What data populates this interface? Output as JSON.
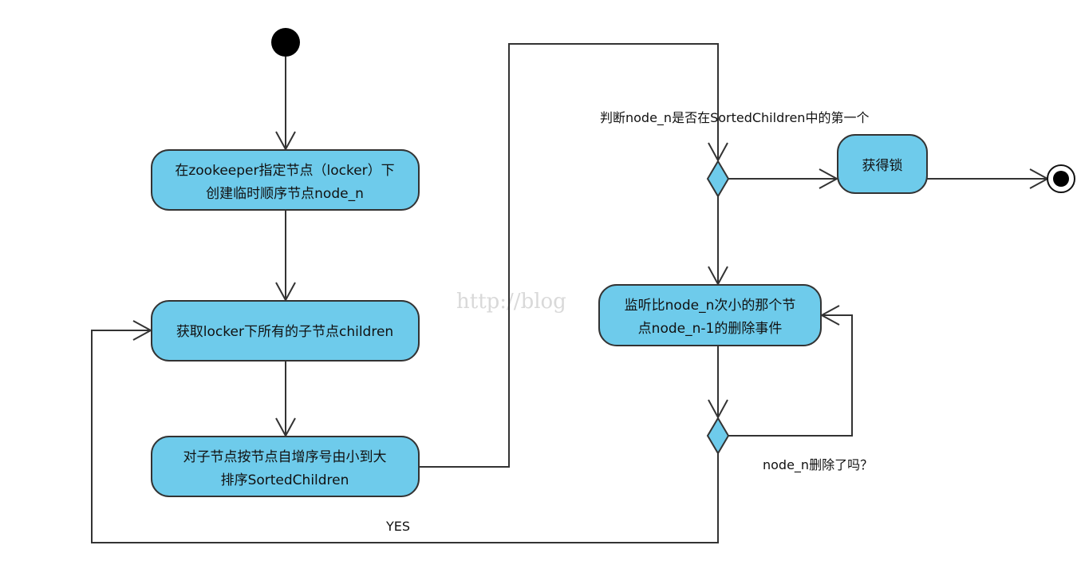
{
  "nodes": {
    "create": {
      "line1": "在zookeeper指定节点（locker）下",
      "line2": "创建临时顺序节点node_n"
    },
    "get_children": {
      "line1": "获取locker下所有的子节点children"
    },
    "sort": {
      "line1": "对子节点按节点自增序号由小到大",
      "line2": "排序SortedChildren"
    },
    "acquire": {
      "line1": "获得锁"
    },
    "watch": {
      "line1": "监听比node_n次小的那个节",
      "line2": "点node_n-1的删除事件"
    }
  },
  "labels": {
    "decision_first": "判断node_n是否在SortedChildren中的第一个",
    "decision_deleted": "node_n删除了吗？",
    "yes": "YES"
  },
  "watermark": "http://blog",
  "colors": {
    "node_fill": "#6ecbeb",
    "stroke": "#333333"
  }
}
